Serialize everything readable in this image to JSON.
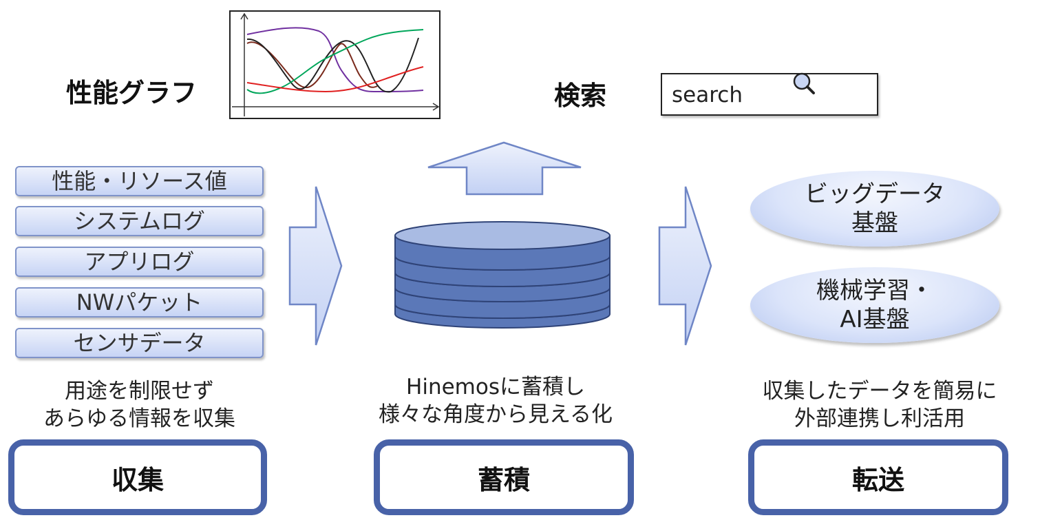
{
  "top": {
    "graph_title": "性能グラフ",
    "search_title": "検索",
    "search_placeholder": "search"
  },
  "sources": [
    "性能・リソース値",
    "システムログ",
    "アプリログ",
    "NWパケット",
    "センサデータ"
  ],
  "platforms": [
    {
      "line1": "ビッグデータ",
      "line2": "基盤"
    },
    {
      "line1": "機械学習・",
      "line2": "AI基盤"
    }
  ],
  "descriptions": {
    "collect": [
      "用途を制限せず",
      "あらゆる情報を収集"
    ],
    "store": [
      "Hinemosに蓄積し",
      "様々な角度から見える化"
    ],
    "transfer": [
      "収集したデータを簡易に",
      "外部連携し利活用"
    ]
  },
  "stages": {
    "collect": "収集",
    "store": "蓄積",
    "transfer": "転送"
  },
  "colors": {
    "stage_border": "#4862a8",
    "arrow_fill_top": "#eef2fc",
    "arrow_fill_bottom": "#c3d1f4",
    "arrow_stroke": "#6f86c6",
    "db_fill": "#5b78b8",
    "db_top": "#a9bbe3"
  }
}
